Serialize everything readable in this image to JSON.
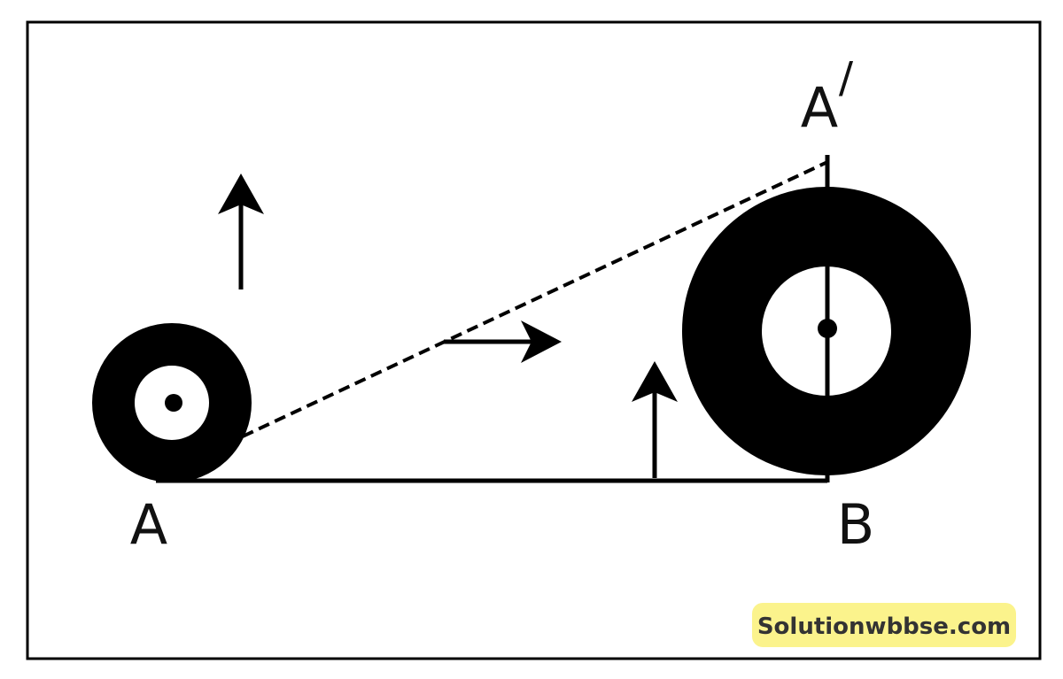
{
  "labels": {
    "a": "A",
    "a_prime": "A",
    "a_prime_mark": "/",
    "b": "B"
  },
  "watermark": {
    "text": "Solutionwbbse.com",
    "background": "#fbf38c"
  },
  "colors": {
    "ink": "#000000",
    "background": "#ffffff"
  }
}
